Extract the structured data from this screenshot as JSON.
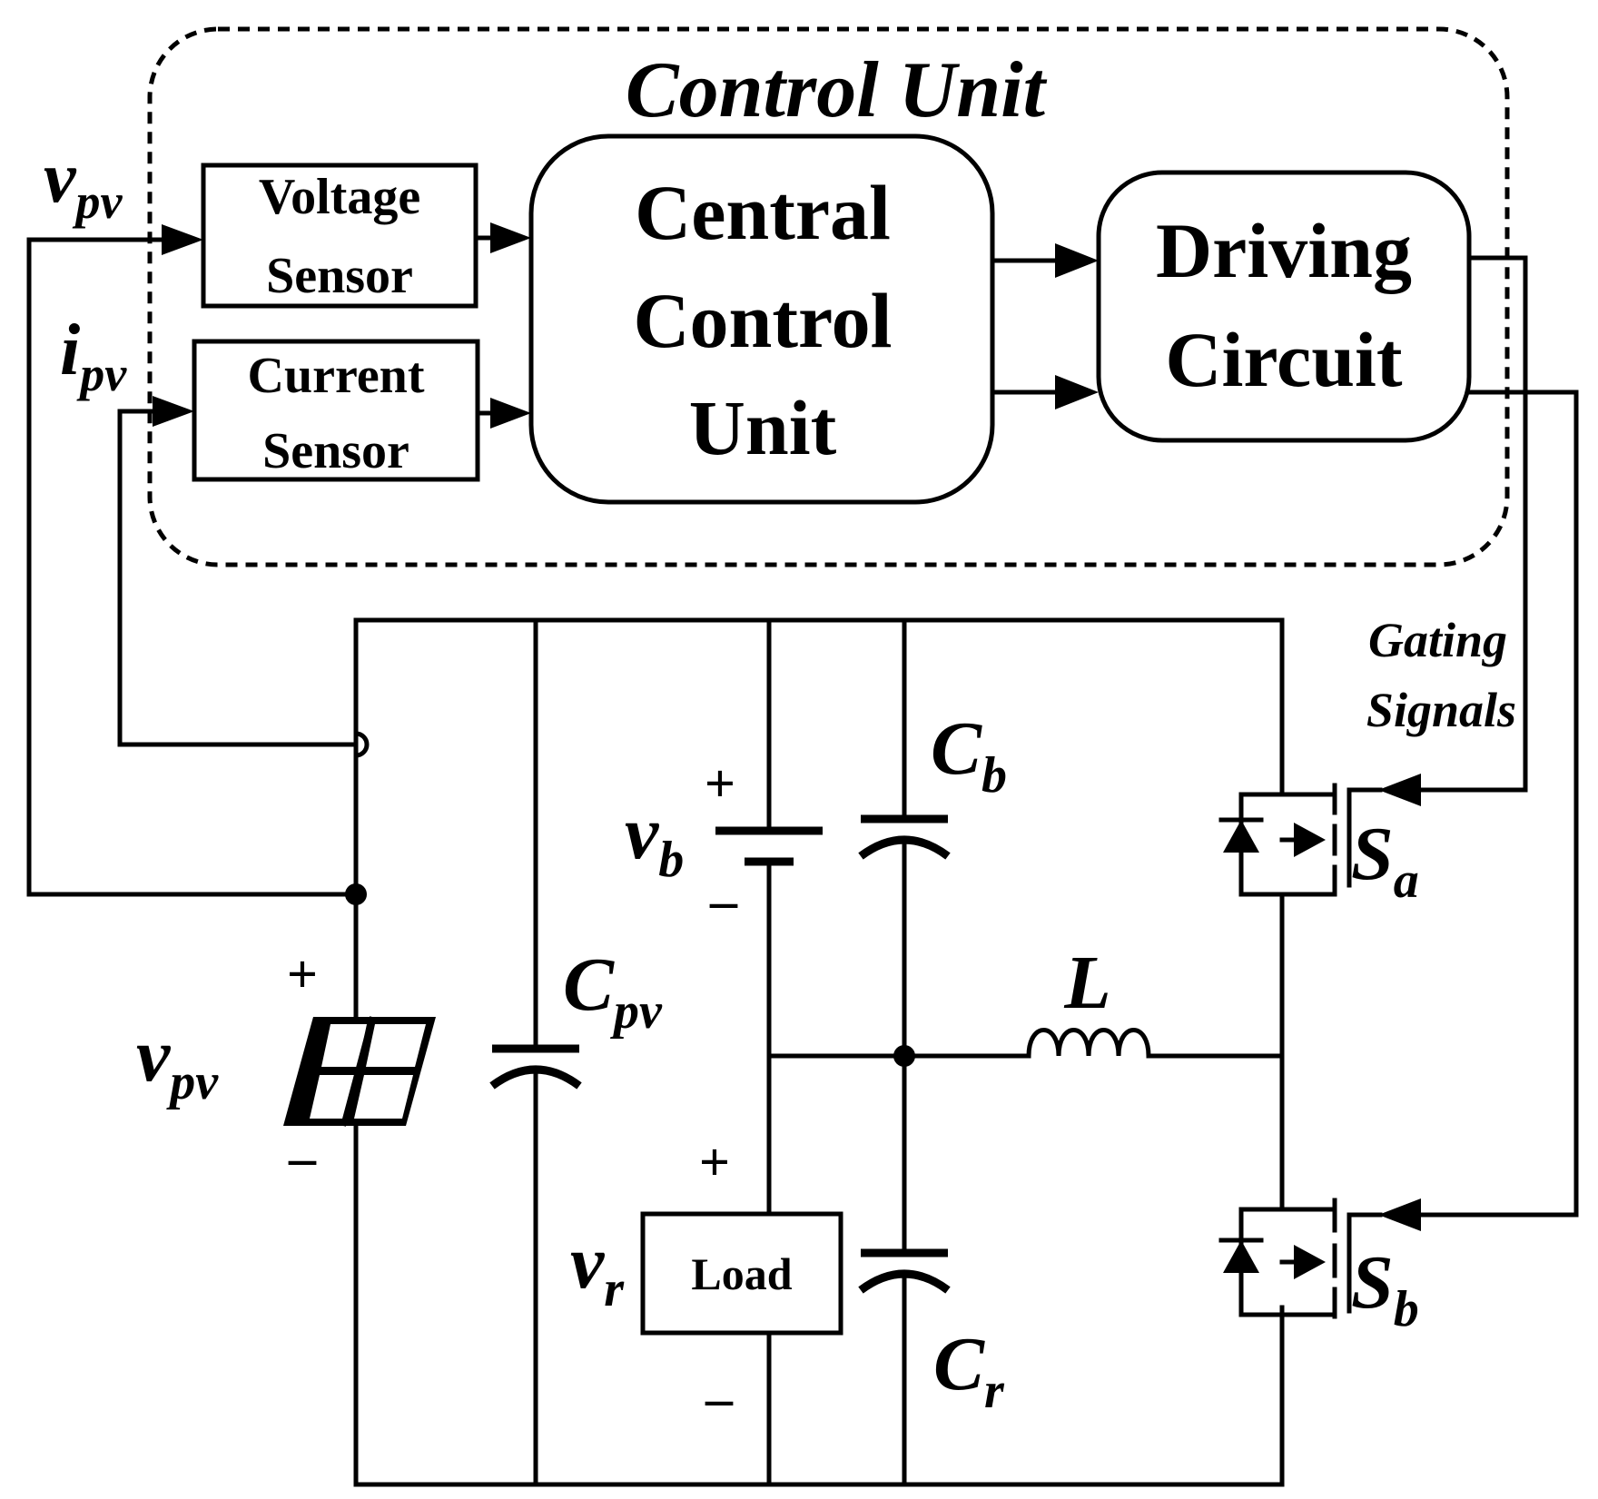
{
  "control_unit": {
    "title": "Control Unit",
    "voltage_sensor": [
      "Voltage",
      "Sensor"
    ],
    "current_sensor": [
      "Current",
      "Sensor"
    ],
    "central_control": [
      "Central",
      "Control",
      "Unit"
    ],
    "driving_circuit": [
      "Driving",
      "Circuit"
    ]
  },
  "signals": {
    "vpv_main": "v",
    "vpv_sub": "pv",
    "ipv_main": "i",
    "ipv_sub": "pv",
    "gating": [
      "Gating",
      "Signals"
    ]
  },
  "components": {
    "pv_main": "v",
    "pv_sub": "pv",
    "cpv_main": "C",
    "cpv_sub": "pv",
    "cb_main": "C",
    "cb_sub": "b",
    "cr_main": "C",
    "cr_sub": "r",
    "vb_main": "v",
    "vb_sub": "b",
    "vr_main": "v",
    "vr_sub": "r",
    "inductor": "L",
    "sa_main": "S",
    "sa_sub": "a",
    "sb_main": "S",
    "sb_sub": "b",
    "load": "Load",
    "plus": "+",
    "minus": "–"
  }
}
